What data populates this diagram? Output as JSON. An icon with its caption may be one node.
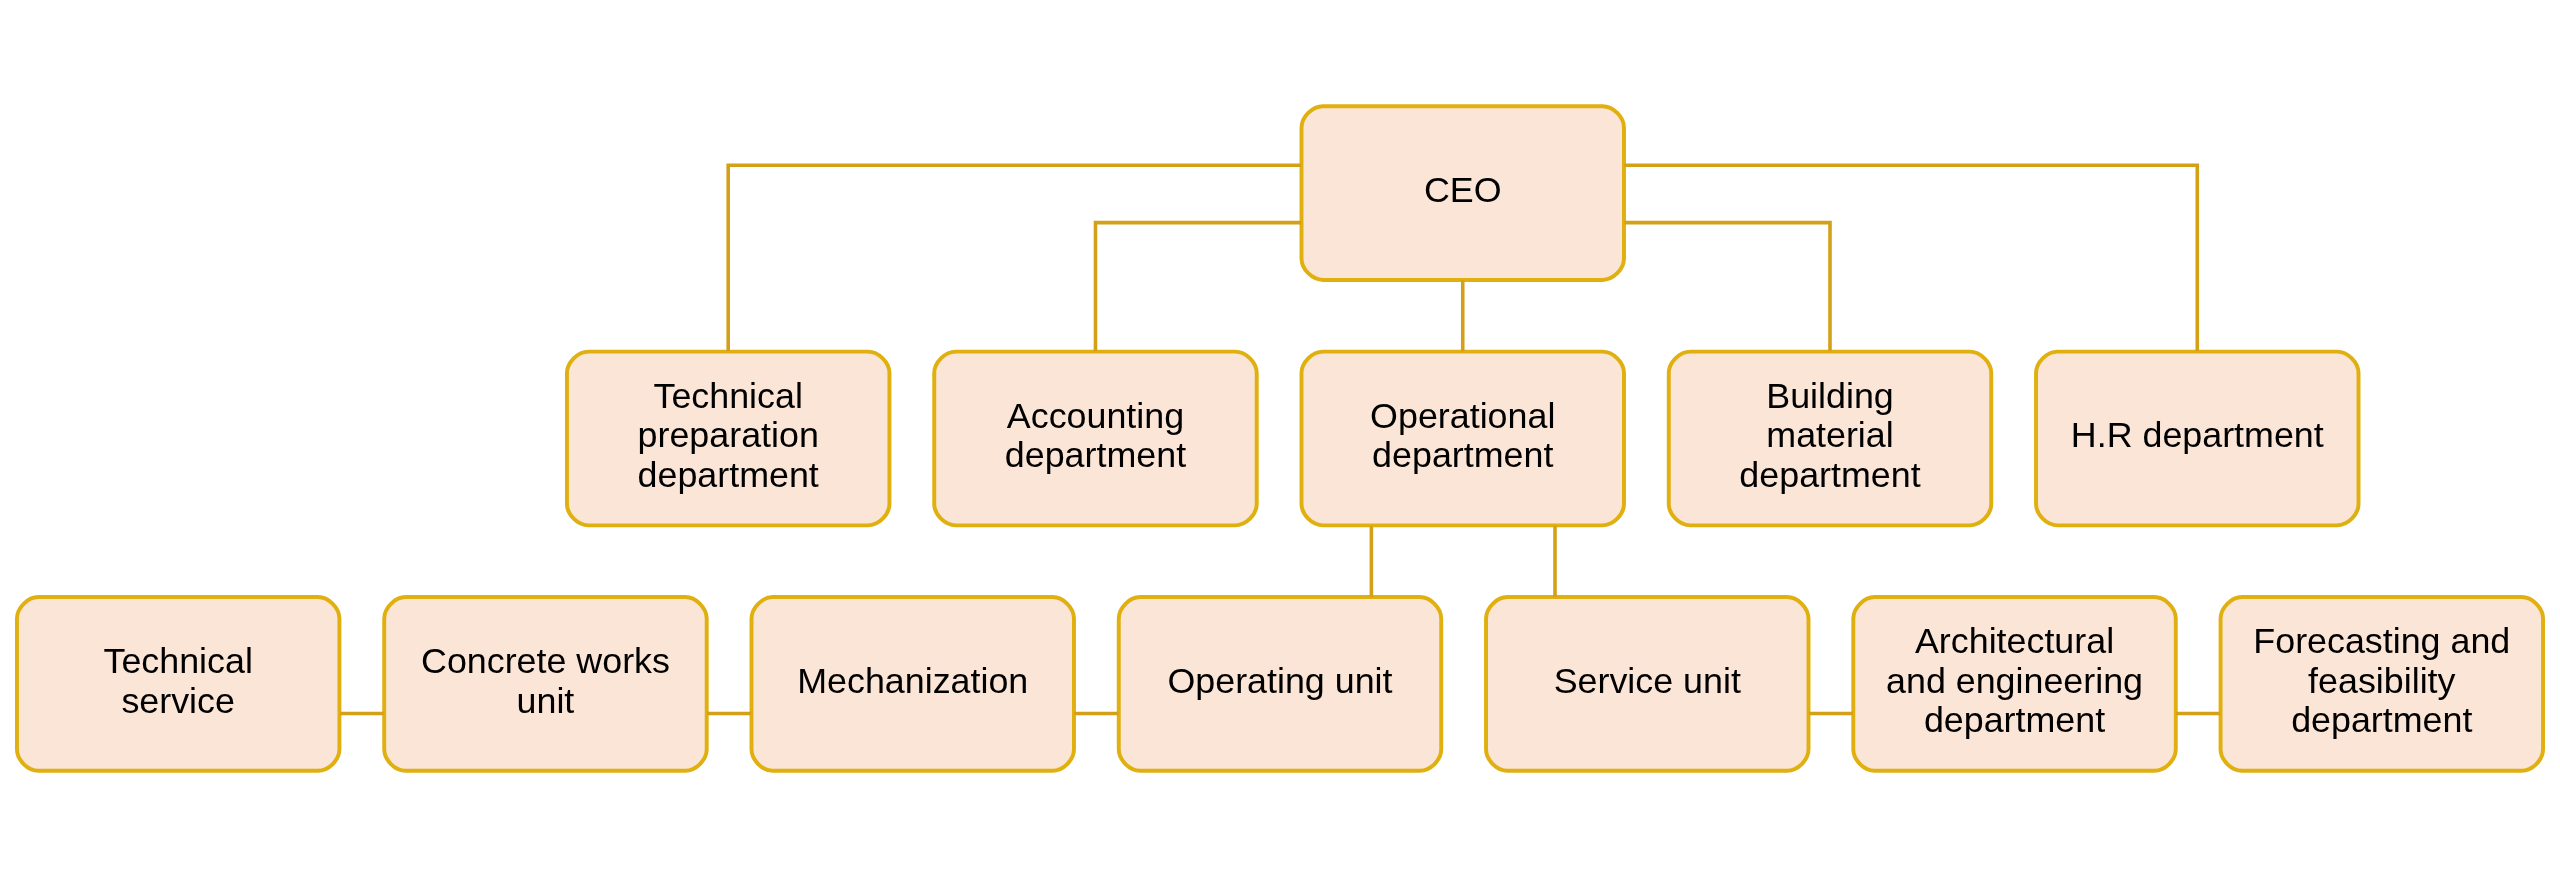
{
  "diagram": {
    "nodes": [
      {
        "text": [
          "CEO"
        ]
      },
      {
        "text": [
          "Technical preparation department"
        ]
      },
      {
        "text": [
          "Accounting department"
        ]
      },
      {
        "text": [
          "Operational department"
        ]
      },
      {
        "text": [
          "Building material department"
        ]
      },
      {
        "text": [
          "H.R department"
        ]
      },
      {
        "text": [
          "Technical service"
        ]
      },
      {
        "text": [
          "Concrete works unit"
        ]
      },
      {
        "text": [
          "Mechanization"
        ]
      },
      {
        "text": [
          "Operating unit"
        ]
      },
      {
        "text": [
          "Service unit"
        ]
      },
      {
        "text": [
          "Architectural and engineering department"
        ]
      },
      {
        "text": [
          "Forecasting and feasibility department"
        ]
      }
    ],
    "edges": [
      {
        "from": 0,
        "to": 1,
        "arrow": "none"
      },
      {
        "from": 0,
        "to": 2,
        "arrow": "none"
      },
      {
        "from": 0,
        "to": 3,
        "arrow": "none"
      },
      {
        "from": 0,
        "to": 4,
        "arrow": "none"
      },
      {
        "from": 0,
        "to": 5,
        "arrow": "none"
      },
      {
        "from": 3,
        "to": 9,
        "arrow": "none"
      },
      {
        "from": 3,
        "to": 10,
        "arrow": "none"
      },
      {
        "from": 6,
        "to": 7,
        "arrow": "none"
      },
      {
        "from": 7,
        "to": 8,
        "arrow": "none"
      },
      {
        "from": 8,
        "to": 9,
        "arrow": "none"
      },
      {
        "from": 10,
        "to": 11,
        "arrow": "none"
      },
      {
        "from": 11,
        "to": 12,
        "arrow": "none"
      }
    ]
  }
}
